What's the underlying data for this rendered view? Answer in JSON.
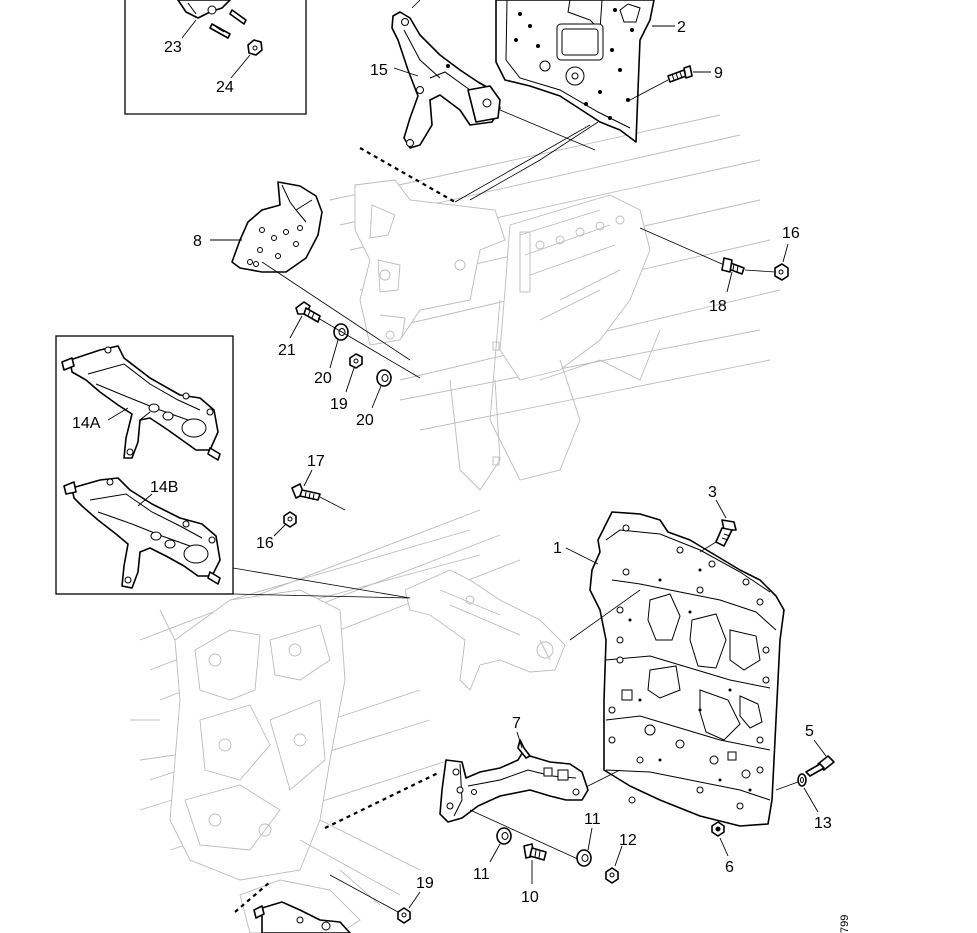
{
  "labels": {
    "l1": "1",
    "l2": "2",
    "l3": "3",
    "l5": "5",
    "l6": "6",
    "l7": "7",
    "l8": "8",
    "l9": "9",
    "l10": "10",
    "l11a": "11",
    "l11b": "11",
    "l12": "12",
    "l13": "13",
    "l14a": "14A",
    "l14b": "14B",
    "l15": "15",
    "l16a": "16",
    "l16b": "16",
    "l17": "17",
    "l18": "18",
    "l19a": "19",
    "l19b": "19",
    "l20a": "20",
    "l20b": "20",
    "l21": "21",
    "l23": "23",
    "l24": "24"
  },
  "figure_ref": "799"
}
